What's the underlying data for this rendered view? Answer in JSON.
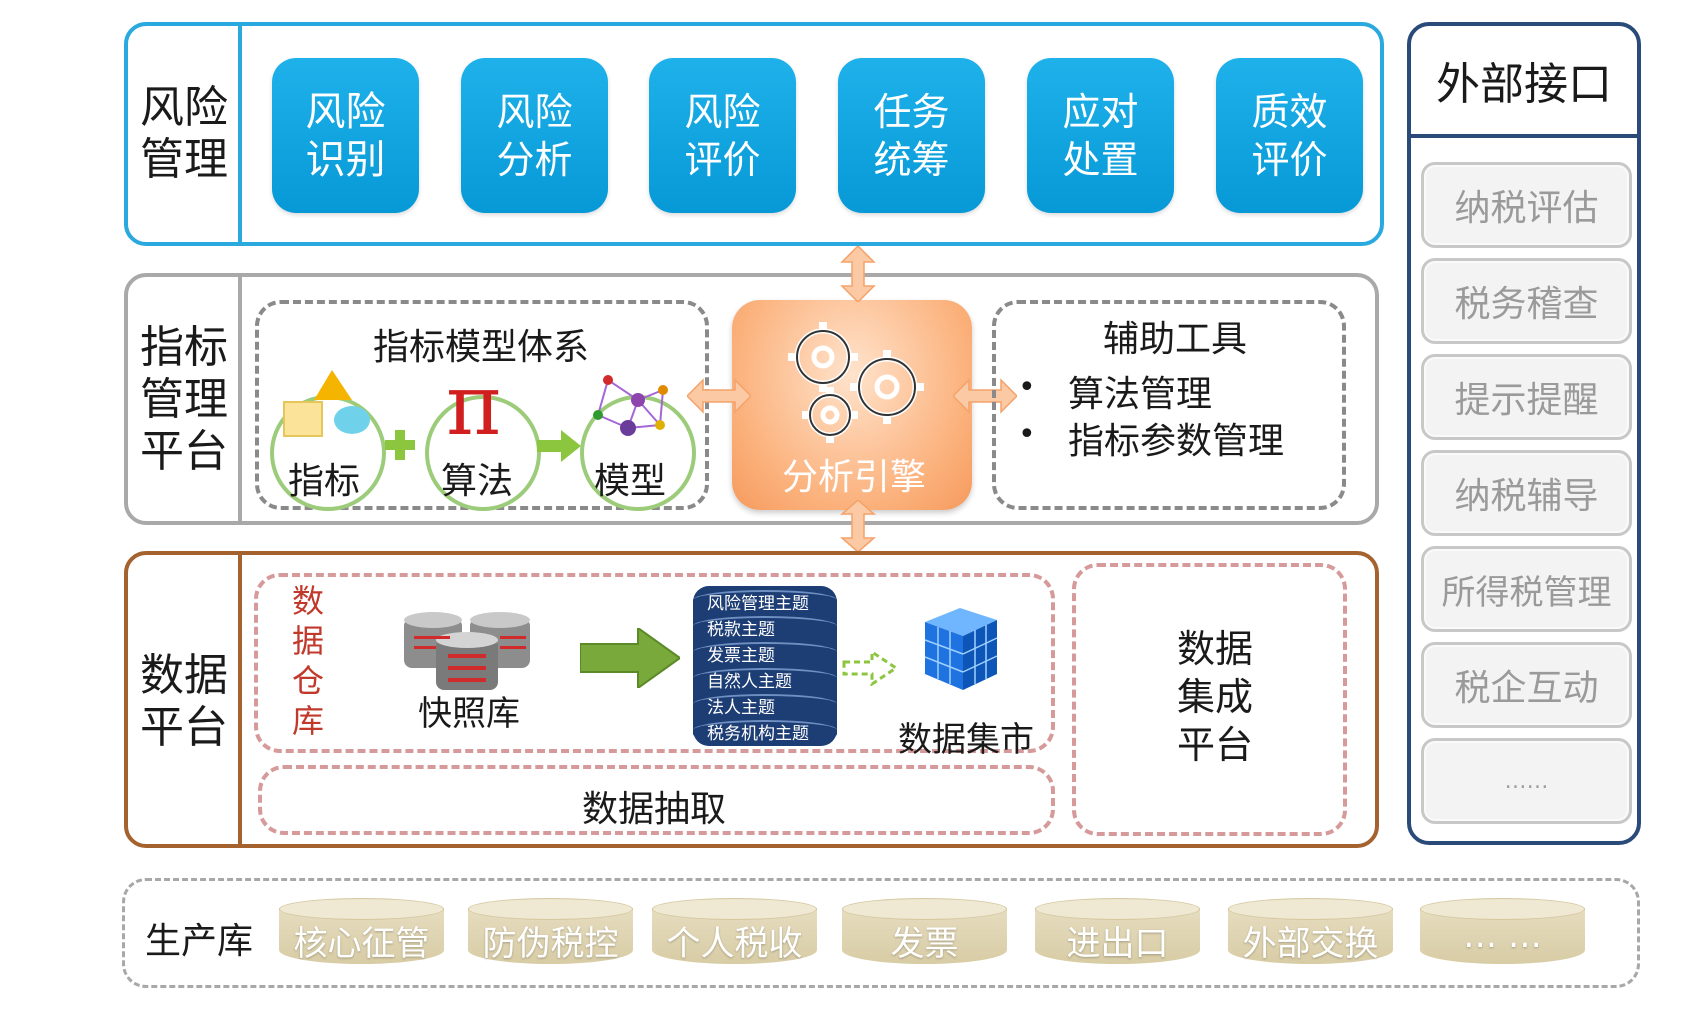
{
  "risk": {
    "title": "风险\n管理",
    "tiles": [
      "风险\n识别",
      "风险\n分析",
      "风险\n评价",
      "任务\n统筹",
      "应对\n处置",
      "质效\n评价"
    ]
  },
  "index": {
    "title": "指标\n管理\n平台",
    "model_system": {
      "title": "指标模型体系",
      "items": [
        "指标",
        "算法",
        "模型"
      ]
    },
    "engine": "分析引擎",
    "tools": {
      "title": "辅助工具",
      "items": [
        "算法管理",
        "指标参数管理"
      ]
    }
  },
  "data_platform": {
    "title": "数据\n平台",
    "warehouse": "数\n据\n仓\n库",
    "snapshot": "快照库",
    "themes": [
      "风险管理主题",
      "税款主题",
      "发票主题",
      "自然人主题",
      "法人主题",
      "税务机构主题"
    ],
    "mart": "数据集市",
    "extract": "数据抽取",
    "integration": "数据\n集成\n平台"
  },
  "external": {
    "title": "外部接口",
    "items": [
      "纳税评估",
      "税务稽查",
      "提示提醒",
      "纳税辅导",
      "所得税管理",
      "税企互动",
      "……"
    ]
  },
  "production": {
    "title": "生产库",
    "items": [
      "核心征管",
      "防伪税控",
      "个人税收",
      "发票",
      "进出口",
      "外部交换",
      "… …"
    ]
  },
  "colors": {
    "risk_border": "#2aa9df",
    "tile": "#0e9fdb",
    "index_border": "#a9a9a9",
    "data_border": "#a4622f",
    "ext_border": "#2a4b7a",
    "engine": "#f8a56c",
    "warehouse_text": "#c0392b"
  }
}
